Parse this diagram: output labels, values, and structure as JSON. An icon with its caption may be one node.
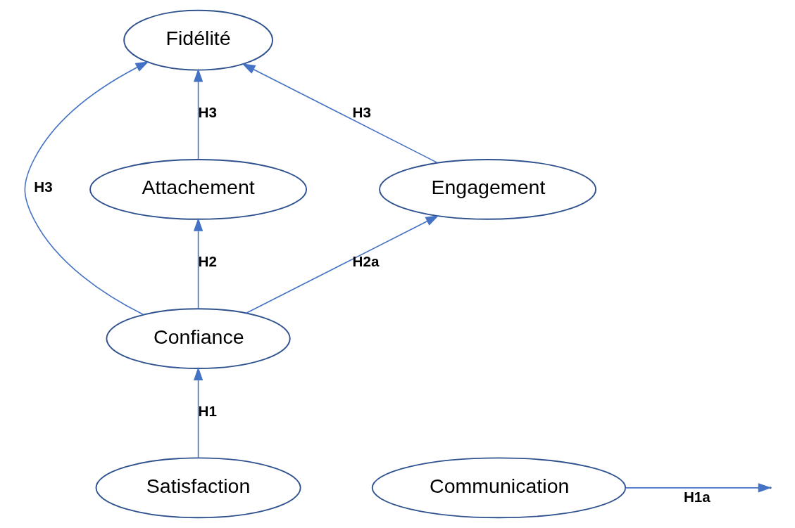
{
  "diagram": {
    "nodes": [
      {
        "text": [
          "Fidélité"
        ]
      },
      {
        "text": [
          "Attachement"
        ]
      },
      {
        "text": [
          "Engagement"
        ]
      },
      {
        "text": [
          "Confiance"
        ]
      },
      {
        "text": [
          "Communication"
        ]
      },
      {
        "text": [
          "Satisfaction"
        ]
      }
    ],
    "edges": [
      {
        "from": 1,
        "to": 0,
        "arrow": "to",
        "label": "H3"
      },
      {
        "from": 3,
        "to": 0,
        "arrow": "to",
        "label": "H3"
      },
      {
        "from": 2,
        "to": 0,
        "arrow": "to",
        "label": "H3"
      },
      {
        "from": 3,
        "to": 1,
        "arrow": "to",
        "label": "H2"
      },
      {
        "from": 3,
        "to": 2,
        "arrow": "to",
        "label": "H2a"
      },
      {
        "from": 4,
        "to": null,
        "arrow": "to",
        "label": "H1a"
      },
      {
        "from": 5,
        "to": 3,
        "arrow": "to",
        "label": "H1"
      }
    ]
  }
}
